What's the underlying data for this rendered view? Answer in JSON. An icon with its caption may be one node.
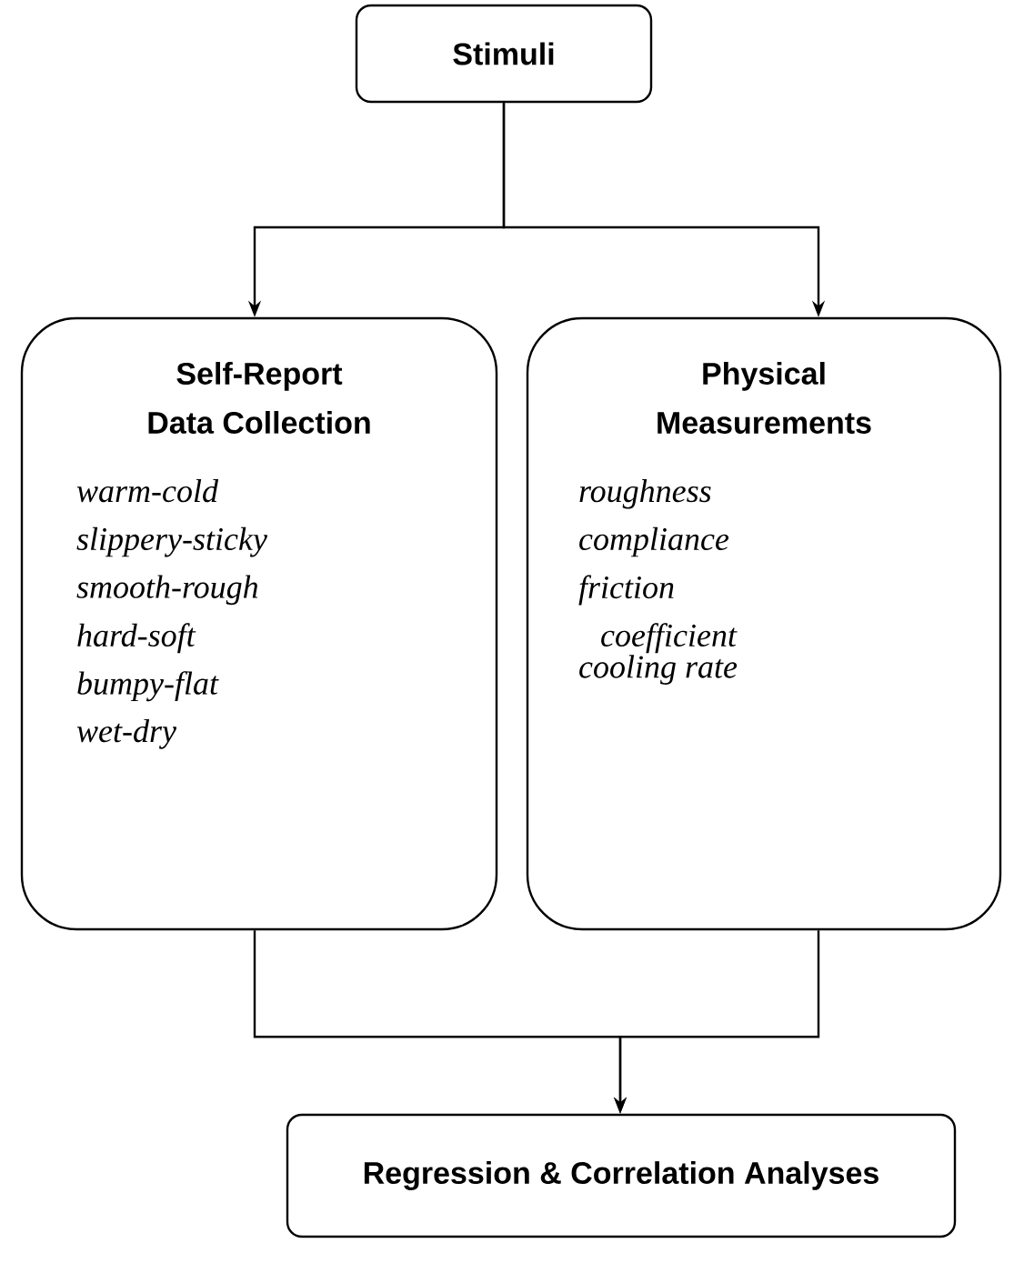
{
  "diagram": {
    "nodes": [
      {
        "text": [
          "Stimuli"
        ]
      },
      {
        "text": [
          "Self-Report Data Collection",
          "warm-cold",
          "slippery-sticky",
          "smooth-rough",
          "hard-soft",
          "bumpy-flat",
          "wet-dry"
        ]
      },
      {
        "text": [
          "Physical Measurements",
          "roughness",
          "compliance",
          "friction coefficient",
          "cooling rate"
        ]
      },
      {
        "text": [
          "Regression & Correlation Analyses"
        ]
      }
    ],
    "edges": [
      {
        "from": 0,
        "to": 1,
        "arrow": "to"
      },
      {
        "from": 0,
        "to": 2,
        "arrow": "to"
      },
      {
        "from": 1,
        "to": 3,
        "arrow": "to"
      },
      {
        "from": 2,
        "to": 3,
        "arrow": "to"
      }
    ]
  }
}
